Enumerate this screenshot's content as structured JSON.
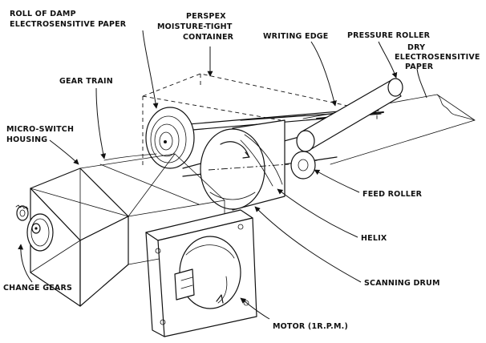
{
  "labels": {
    "roll_line1": "ROLL OF DAMP",
    "roll_line2": "ELECTROSENSITIVE PAPER",
    "perspex_line1": "PERSPEX",
    "perspex_line2": "MOISTURE-TIGHT",
    "perspex_line3": "CONTAINER",
    "writing_edge": "WRITING EDGE",
    "pressure_roller": "PRESSURE ROLLER",
    "dry_line1": "DRY",
    "dry_line2": "ELECTROSENSITIVE",
    "dry_line3": "PAPER",
    "gear_train": "GEAR TRAIN",
    "micro_line1": "MICRO-SWITCH",
    "micro_line2": "HOUSING",
    "feed_roller": "FEED ROLLER",
    "helix": "HELIX",
    "change_gears": "CHANGE GEARS",
    "scanning_drum": "SCANNING DRUM",
    "motor": "MOTOR (1R.P.M.)"
  }
}
